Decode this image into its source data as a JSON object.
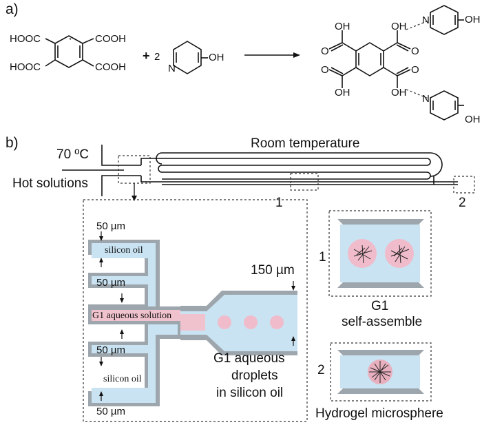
{
  "panel_a": {
    "label": "a)",
    "reactant1": {
      "top_left": "HOOC",
      "top_right": "COOH",
      "bottom_left": "HOOC",
      "bottom_right": "COOH"
    },
    "plus": "+",
    "coefficient": "2",
    "reactant2": {
      "nitrogen": "N",
      "substituent": "OH"
    },
    "product": {
      "oh_top_left": "OH",
      "oh_top_right": "OH",
      "oh_bottom_left": "OH",
      "oh_bottom_right": "OH",
      "o_labels": [
        "O",
        "O",
        "O",
        "O"
      ],
      "pyridine_top": {
        "nitrogen": "N",
        "substituent": "OH"
      },
      "pyridine_bottom": {
        "nitrogen": "N",
        "substituent": "OH"
      }
    }
  },
  "panel_b": {
    "label": "b)",
    "temperature": "70 ºC",
    "hot_solutions": "Hot solutions",
    "room_temperature": "Room temperature",
    "marker_1": "1",
    "marker_2": "2",
    "inset": {
      "w_top": "50 µm",
      "silicon_oil_top": "silicon oil",
      "w_upper_mid": "50 µm",
      "g1_solution": "G1 aqueous solution",
      "w_lower_mid": "50 µm",
      "silicon_oil_bottom": "silicon oil",
      "w_bottom": "50 µm",
      "w_outlet": "150 µm",
      "droplets_line1": "G1 aqueous",
      "droplets_line2": "droplets",
      "droplets_line3": "in silicon oil"
    },
    "state1": {
      "index": "1",
      "line1": "G1",
      "line2": "self-assemble"
    },
    "state2": {
      "index": "2",
      "caption": "Hydrogel microsphere"
    }
  },
  "colors": {
    "channel_fill": "#c9e3f2",
    "channel_wall": "#9ea6ad",
    "aqueous_pink": "#f0c2cd",
    "droplet_pink": "#f0bccb",
    "ink": "#111111"
  }
}
